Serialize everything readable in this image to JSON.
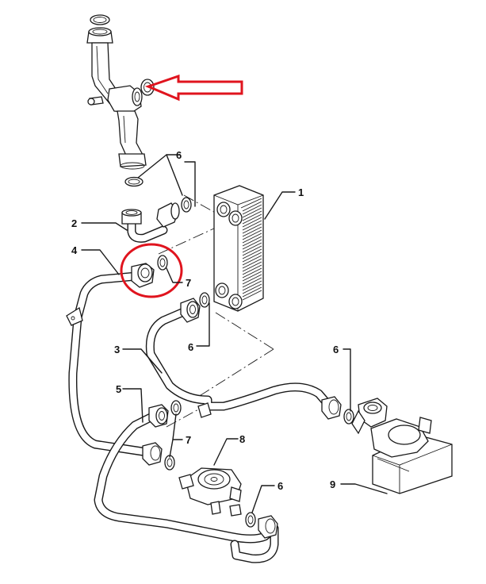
{
  "callouts": {
    "c1": "1",
    "c2": "2",
    "c3": "3",
    "c4": "4",
    "c5": "5",
    "c6a": "6",
    "c6b": "6",
    "c6c": "6",
    "c6d": "6",
    "c7a": "7",
    "c7b": "7",
    "c8": "8",
    "c9": "9"
  },
  "colors": {
    "highlight": "#e0141e",
    "line": "#1a1a1a"
  },
  "annotations": {
    "arrow": "red-arrow-pointing-to-gasket",
    "circle": "red-circle-around-fitting-4"
  }
}
